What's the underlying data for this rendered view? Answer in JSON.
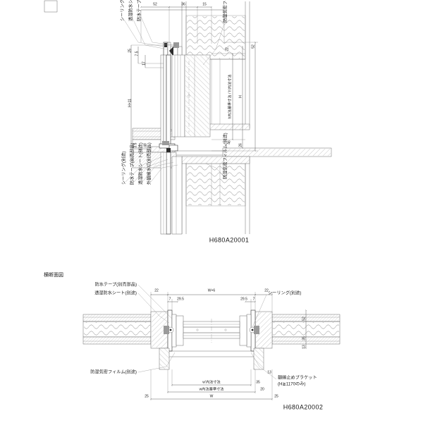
{
  "document": {
    "type": "architectural-detail-drawing",
    "language": "ja",
    "background_color": "#ffffff",
    "line_color": "#2b2b2b"
  },
  "sections": {
    "vertical": {
      "code": "H680A20001",
      "heading": "",
      "top_dimensions": [
        "52",
        "36",
        "15"
      ],
      "left_dimensions": [
        "25",
        "7.5",
        "17",
        "H+11",
        "3.5",
        "48"
      ],
      "right_dimensions": [
        "22",
        "52",
        "H",
        "26",
        "46"
      ],
      "inner_dimension_label": "h内法基準寸法 / h'内法寸法",
      "overall_label": "H",
      "labels": {
        "top_left_1": "シーリング(別途)",
        "top_left_2": "透湿防水シート(別途)",
        "top_left_3": "防水テープ(別売部品)",
        "top_right_1": "防湿気密フィルム(別途)",
        "bottom_left_1": "シーリング(別途)",
        "bottom_left_2": "防水テープ(別売部品)",
        "bottom_left_3": "透湿防水シート(別途)",
        "bottom_left_4": "外額縁水切(別売部品)",
        "bottom_right_1": "防湿気密フィルム(別途)"
      }
    },
    "horizontal": {
      "code": "H680A20002",
      "heading": "横断面図",
      "top_dimensions": [
        "22",
        "7",
        "29.5",
        "W+6",
        "29.5",
        "7",
        "22"
      ],
      "right_dimensions": [
        "52",
        "35",
        "13",
        "25",
        "20",
        "25"
      ],
      "labels": {
        "left_1": "防水テープ(別売部品)",
        "left_2": "透湿防水シート(別途)",
        "right_1": "シーリング(別途)",
        "bottom_left_1": "防湿気密フィルム(別途)",
        "bottom_right_1": "額縁止めブラケット",
        "bottom_right_2": "(H≧1170のみ)"
      },
      "bottom_dimensions": {
        "inner_clear": "w'内法寸法",
        "inner_standard": "w内法基準寸法",
        "overall": "W",
        "edge_left": "25",
        "edge_right": "25",
        "offset_1": "35",
        "offset_2": "20",
        "offset_3": "13"
      }
    }
  }
}
